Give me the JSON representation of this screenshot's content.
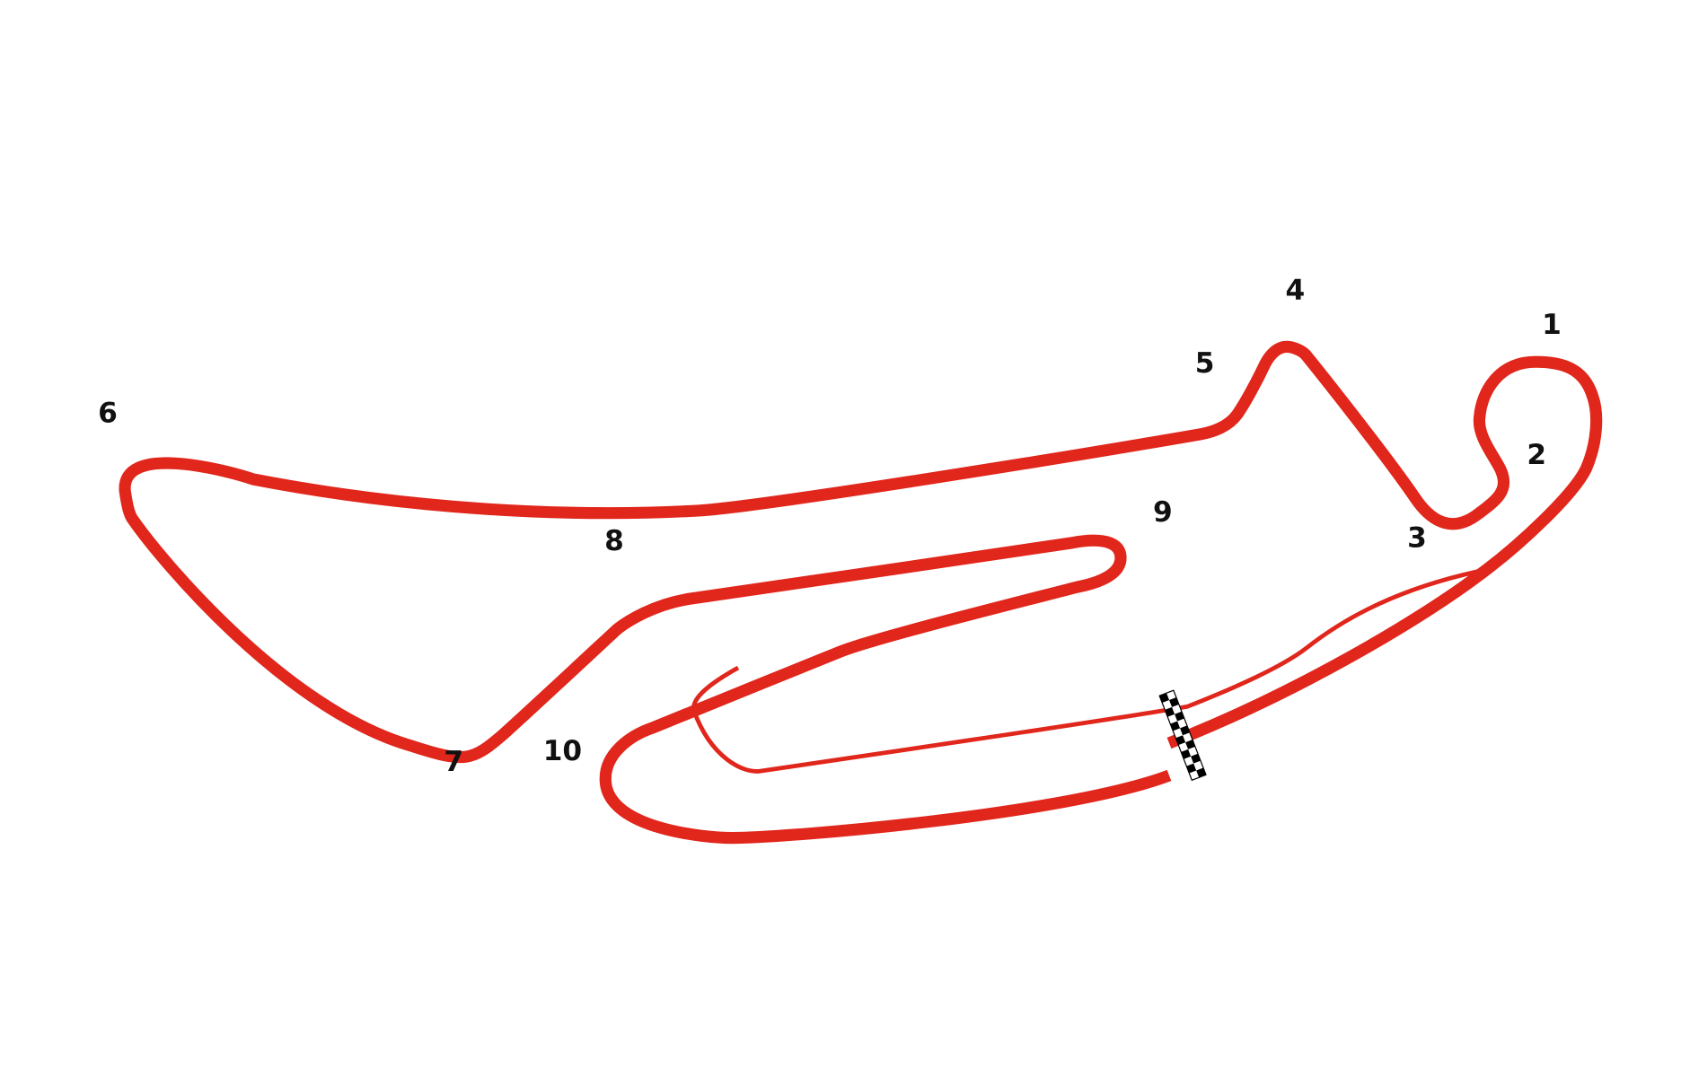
{
  "colors": {
    "track": "#e1261c",
    "label": "#111111"
  },
  "corners": [
    "1",
    "2",
    "3",
    "4",
    "5",
    "6",
    "7",
    "8",
    "9",
    "10"
  ],
  "icons": {
    "finish_line": "checkered-flag-icon"
  }
}
